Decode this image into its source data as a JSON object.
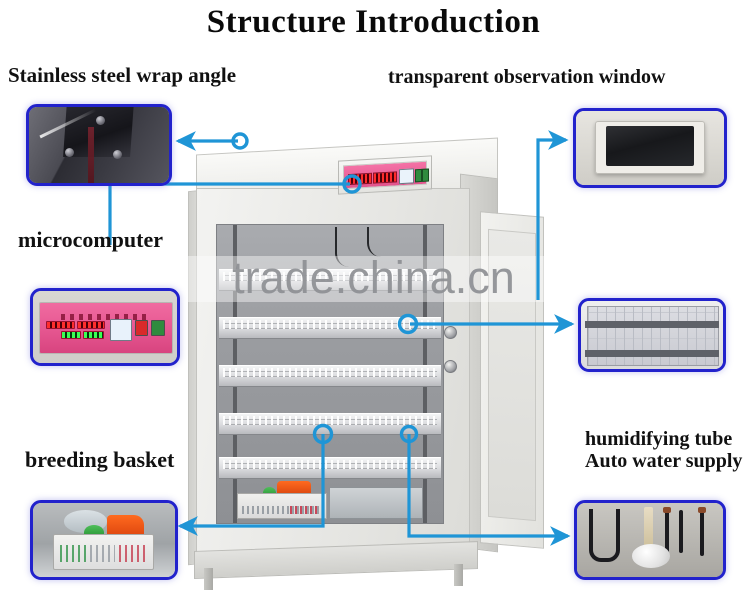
{
  "page": {
    "title": "Structure Introduction",
    "watermark": "trade.china.cn",
    "accent_line_color": "#1f95d6",
    "frame_border_color": "#2222cc",
    "title_color": "#0a0a0a"
  },
  "labels": {
    "stainless": "Stainless steel wrap angle",
    "window": "transparent observation window",
    "microcomputer": "microcomputer",
    "basket": "breeding basket",
    "humidifier_line1": "humidifying tube",
    "humidifier_line2": "Auto water supply"
  },
  "callouts": [
    {
      "id": "stainless-steel-wrap-angle",
      "label": "Stainless steel wrap angle",
      "position": "top-left",
      "arrow": "left"
    },
    {
      "id": "transparent-observation-window",
      "label": "transparent observation window",
      "position": "top-right",
      "arrow": "right"
    },
    {
      "id": "microcomputer",
      "label": "microcomputer",
      "position": "mid-left",
      "arrow": "elbow"
    },
    {
      "id": "egg-tray",
      "label": "",
      "position": "mid-right",
      "arrow": "right"
    },
    {
      "id": "breeding-basket",
      "label": "breeding basket",
      "position": "bottom-left",
      "arrow": "left"
    },
    {
      "id": "humidifying-tube",
      "label": "humidifying tube Auto water supply",
      "position": "bottom-right",
      "arrow": "right"
    }
  ],
  "product": {
    "name": "egg incubator",
    "parts": [
      "control panel",
      "egg trays",
      "observation window",
      "breeding basket",
      "water tray",
      "humidifying tube",
      "stainless steel wrap angle",
      "door"
    ]
  }
}
